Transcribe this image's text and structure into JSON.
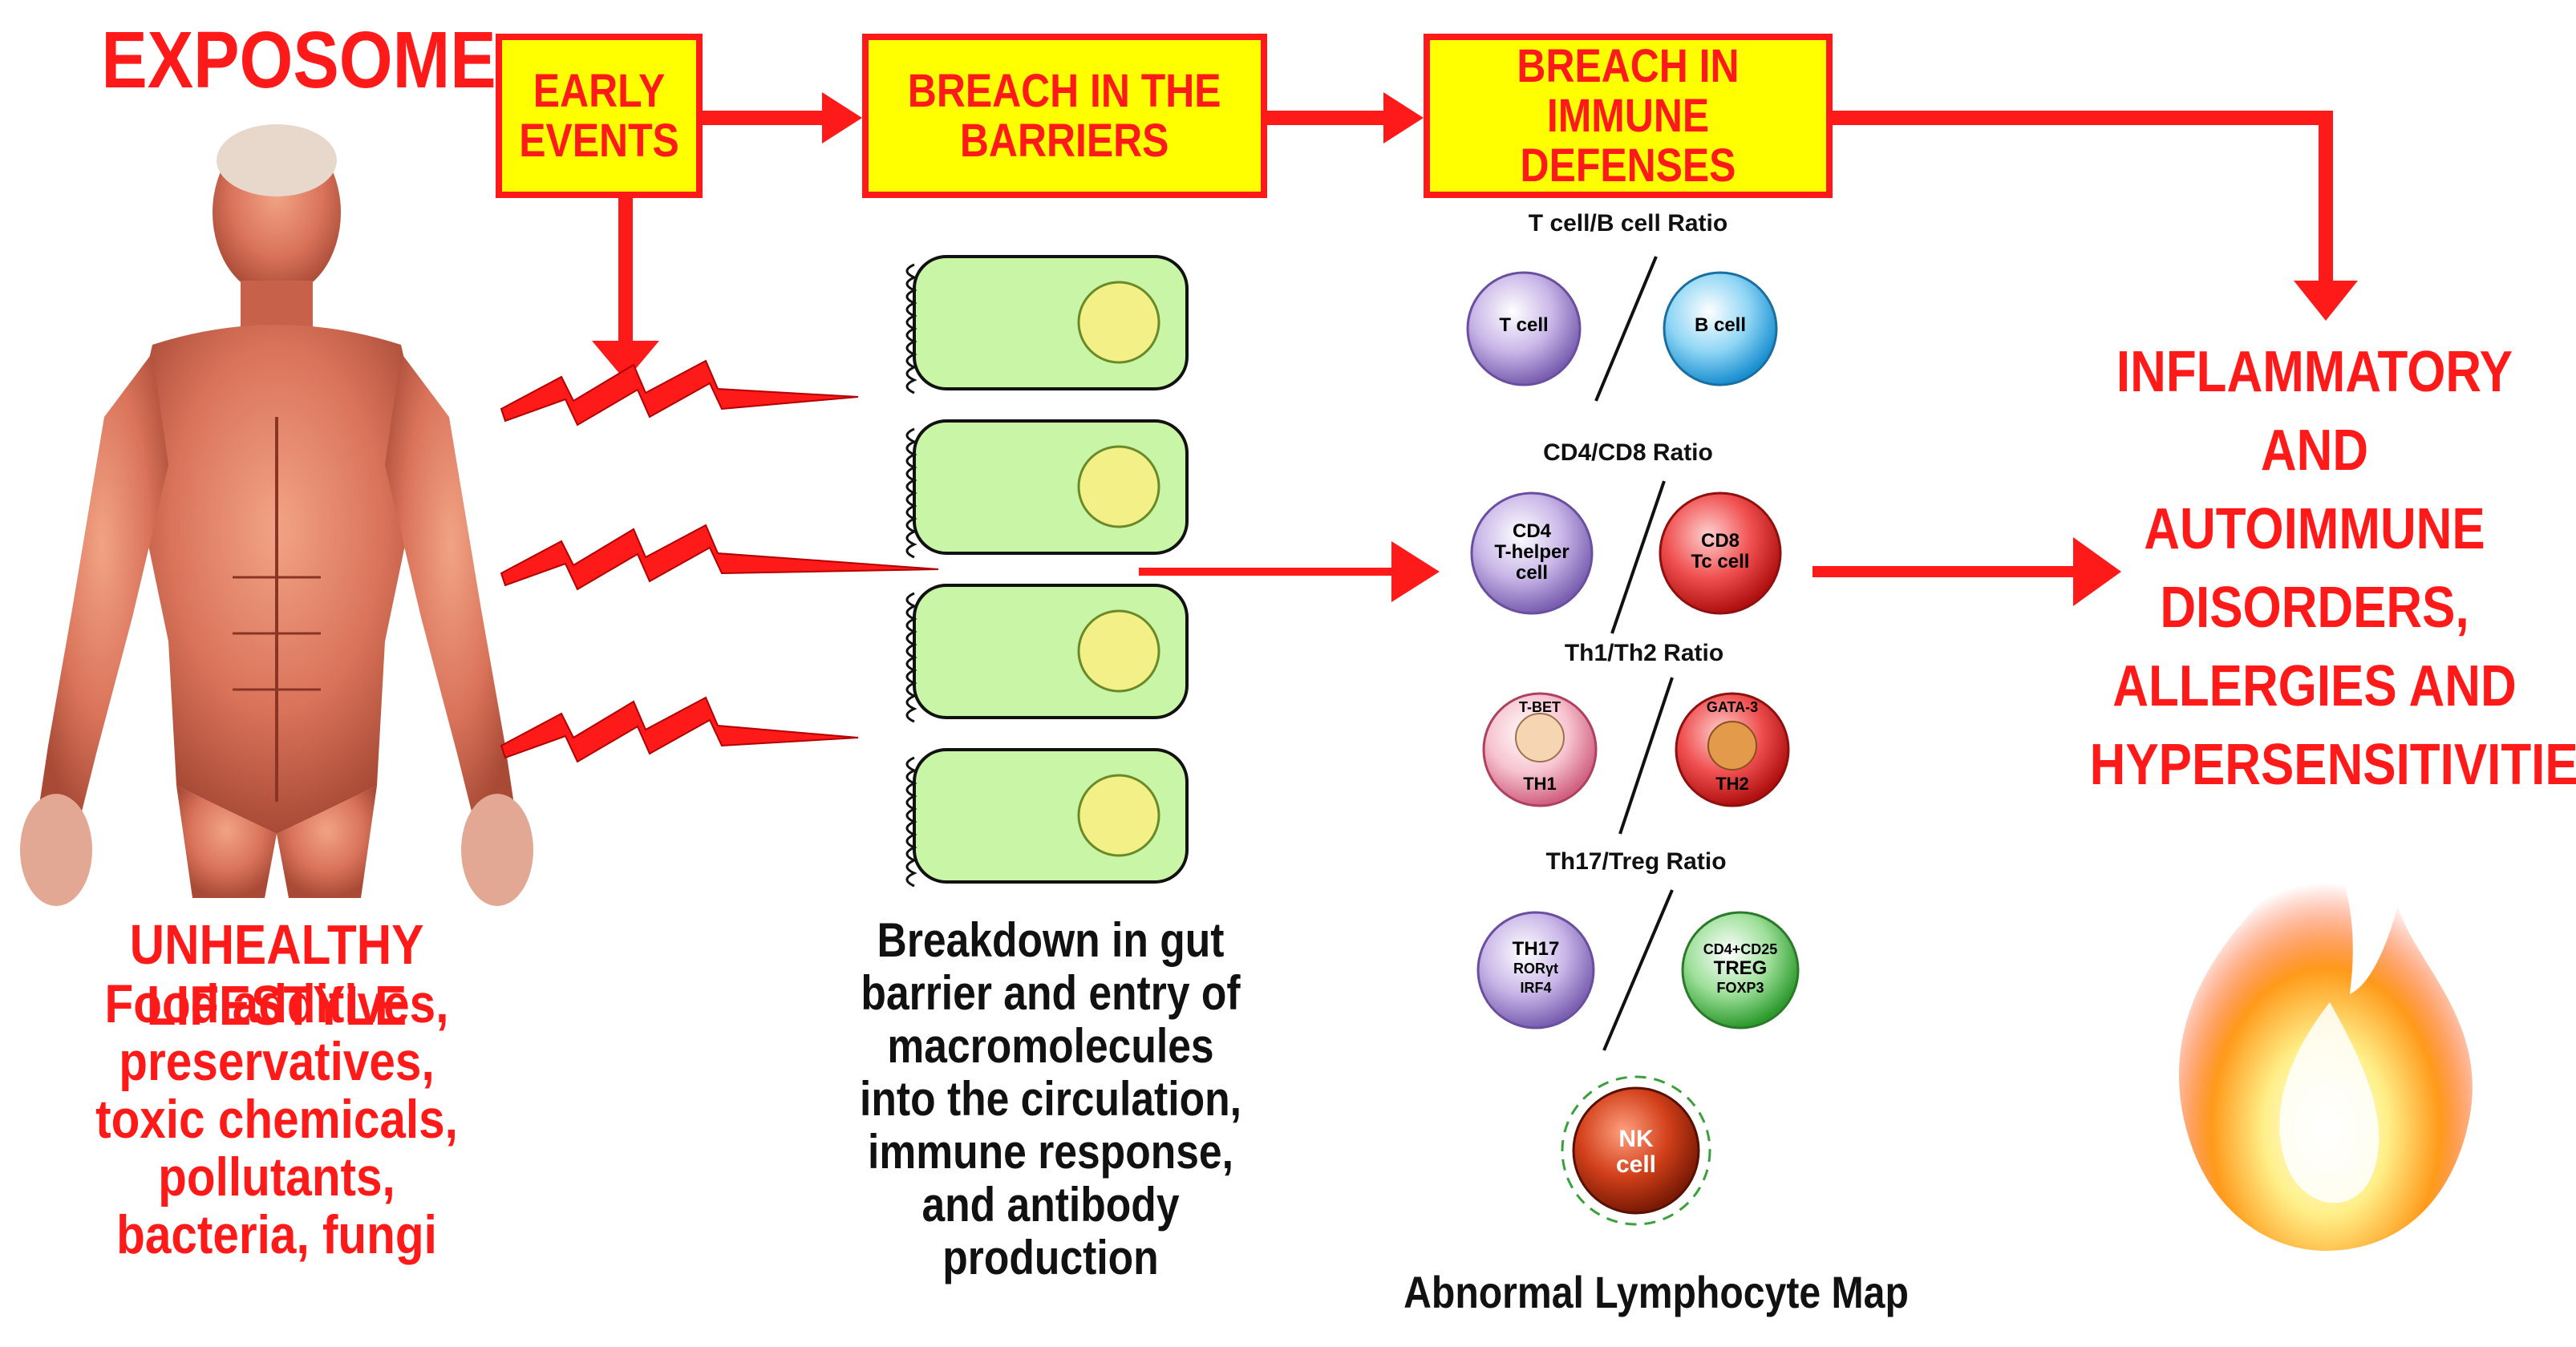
{
  "colors": {
    "accent_red": "#ff1a1a",
    "box_fill": "#ffff00",
    "cell_green": "#c8f5a6",
    "nucleus": "#f3f088"
  },
  "title": "EXPOSOME",
  "boxes": {
    "early_events": "EARLY\nEVENTS",
    "breach_barriers": "BREACH IN THE\nBARRIERS",
    "breach_immune": "BREACH IN\nIMMUNE DEFENSES"
  },
  "lifestyle": {
    "heading": "UNHEALTHY LIFESTYLE",
    "items": "Food additives,\npreservatives,\ntoxic chemicals,\npollutants,\nbacteria, fungi"
  },
  "barrier_caption": "Breakdown in gut\nbarrier and entry of\nmacromolecules\ninto the circulation,\nimmune response,\nand antibody\nproduction",
  "ratios": {
    "tb": "T cell/B cell Ratio",
    "cd4cd8": "CD4/CD8 Ratio",
    "th1th2": "Th1/Th2 Ratio",
    "th17treg": "Th17/Treg Ratio"
  },
  "cells": {
    "tcell": "T cell",
    "bcell": "B cell",
    "cd4_line1": "CD4",
    "cd4_line2": "T-helper",
    "cd4_line3": "cell",
    "cd8_line1": "CD8",
    "cd8_line2": "Tc cell",
    "th1_tf": "T-BET",
    "th1_name": "TH1",
    "th2_tf": "GATA-3",
    "th2_name": "TH2",
    "th17_name": "TH17",
    "th17_tf1": "RORγt",
    "th17_tf2": "IRF4",
    "treg_line1": "CD4+CD25",
    "treg_line2": "TREG",
    "treg_line3": "FOXP3",
    "nk_line1": "NK",
    "nk_line2": "cell"
  },
  "map_caption": "Abnormal Lymphocyte Map",
  "outcome": "INFLAMMATORY\nAND\nAUTOIMMUNE\nDISORDERS,\nALLERGIES AND\nHYPERSENSITIVITIES"
}
